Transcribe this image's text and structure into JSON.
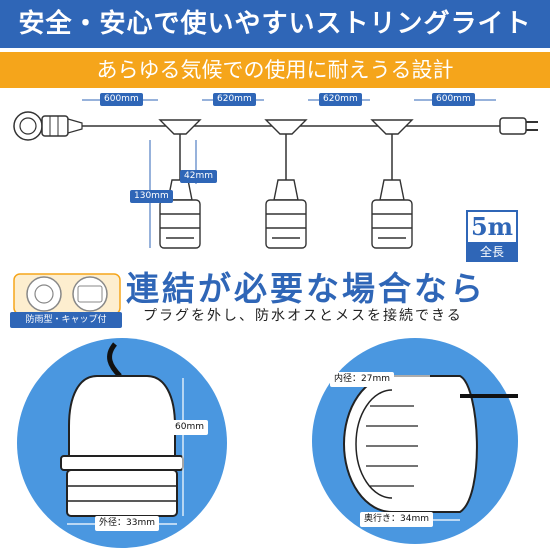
{
  "header": {
    "title": "安全・安心で使いやすいストリングライト",
    "subtitle": "あらゆる気候での使用に耐えうる設計"
  },
  "diagram": {
    "spacing_labels": [
      "600mm",
      "620mm",
      "620mm",
      "600mm"
    ],
    "drop_labels": [
      "130mm",
      "42mm"
    ],
    "total_length": {
      "value": "5m",
      "label": "全長"
    }
  },
  "cap": {
    "caption": "防雨型・キャップ付"
  },
  "section": {
    "heading": "連結が必要な場合なら",
    "description": "プラグを外し、防水オスとメスを接続できる"
  },
  "socket_detail": {
    "height_label": "60mm",
    "outer_diameter_label": "外径：33mm"
  },
  "connector_detail": {
    "inner_diameter_label": "内径：27mm",
    "depth_label": "奥行き：34mm"
  },
  "colors": {
    "brand_blue": "#2f66b7",
    "accent_orange": "#f5a51b",
    "circle_blue": "#4a97e0"
  }
}
